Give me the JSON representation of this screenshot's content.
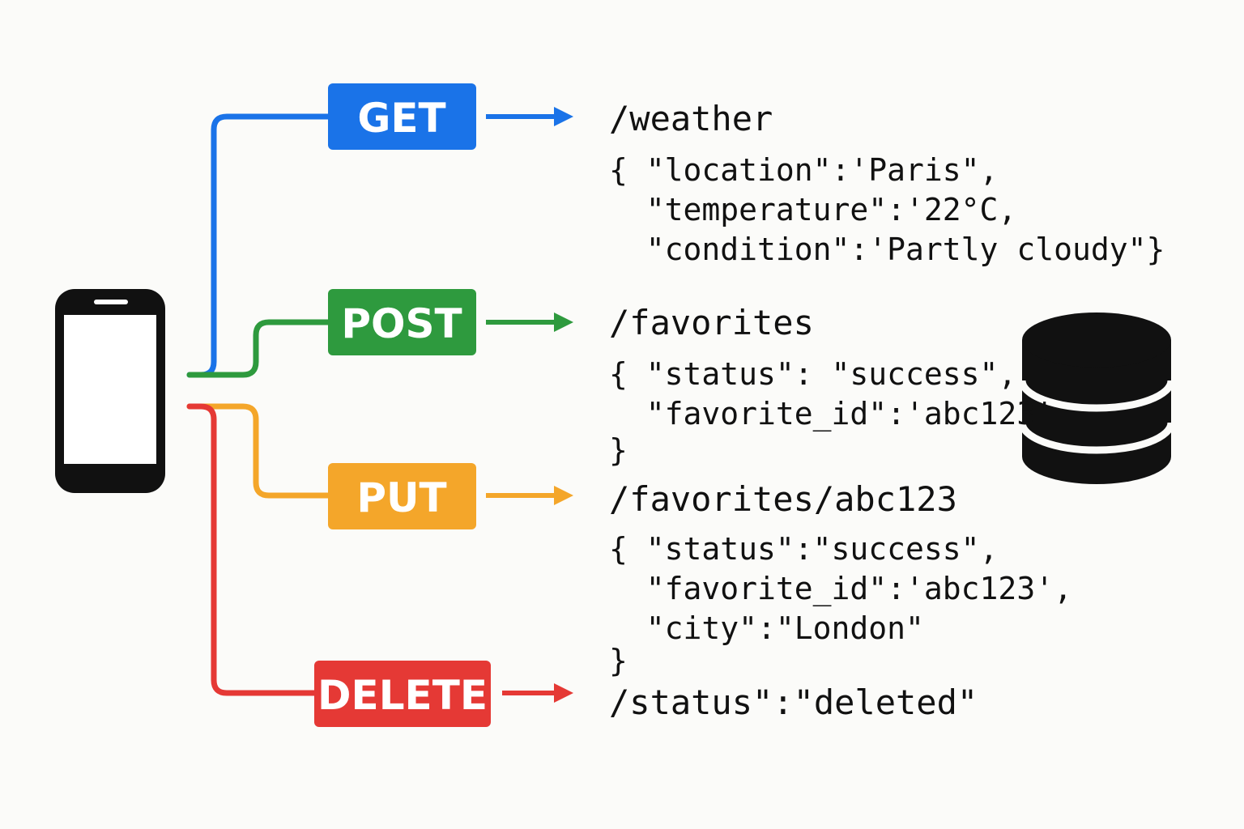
{
  "colors": {
    "get": "#1a73e8",
    "post": "#2e9a3e",
    "put": "#f4a62a",
    "delete": "#e53935",
    "device": "#111111",
    "text": "#111111",
    "background": "#fbfbf9"
  },
  "icons": {
    "client": "smartphone-icon",
    "server": "database-icon"
  },
  "requests": [
    {
      "method": "GET",
      "endpoint": "/weather",
      "response_lines": [
        "{ \"location\":'Paris\",",
        "  \"temperature\":'22°C,",
        "  \"condition\":'Partly cloudy\"}"
      ]
    },
    {
      "method": "POST",
      "endpoint": "/favorites",
      "response_lines": [
        "{ \"status\": \"success\",",
        "  \"favorite_id\":'abc123'",
        "}"
      ]
    },
    {
      "method": "PUT",
      "endpoint": "/favorites/abc123",
      "response_lines": [
        "{ \"status\":\"success\",",
        "  \"favorite_id\":'abc123',",
        "  \"city\":\"London\"",
        "}"
      ]
    },
    {
      "method": "DELETE",
      "endpoint": "/status\":\"deleted\"",
      "response_lines": []
    }
  ]
}
